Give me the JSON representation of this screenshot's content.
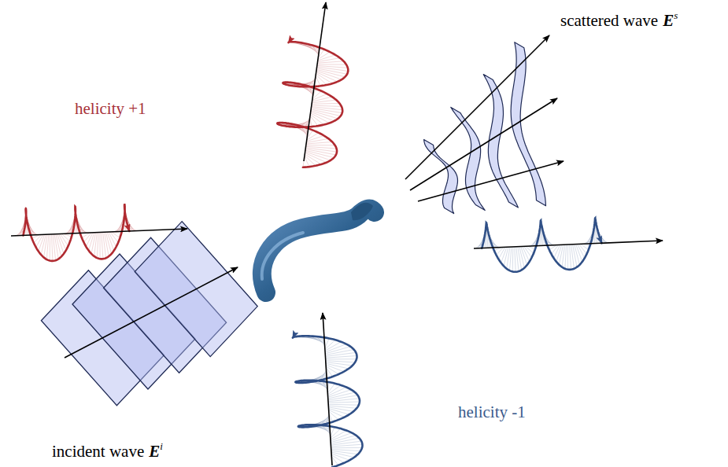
{
  "diagram": {
    "labels": [
      "helicity +1",
      "scattered wave",
      "E",
      "s",
      "helicity -1",
      "incident wave",
      "E",
      "i"
    ]
  }
}
